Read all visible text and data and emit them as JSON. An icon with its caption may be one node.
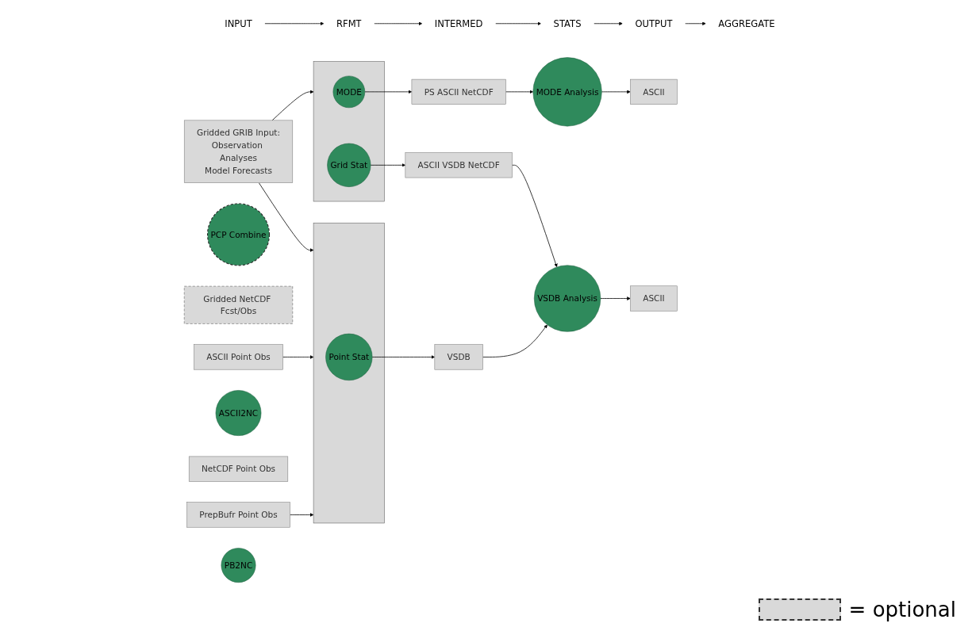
{
  "diagram": {
    "nodes": [
      {
        "text": [
          "INPUT"
        ]
      },
      {
        "text": [
          "RFMT"
        ]
      },
      {
        "text": [
          "INTERMED"
        ]
      },
      {
        "text": [
          "STATS"
        ]
      },
      {
        "text": [
          "OUTPUT"
        ]
      },
      {
        "text": [
          "AGGREGATE"
        ]
      },
      {
        "text": [
          "Gridded GRIB Input:",
          "Observation Analyses",
          "Model Forecasts"
        ]
      },
      {
        "text": [
          "PCP Combine"
        ]
      },
      {
        "text": [
          "Gridded NetCDF Fcst/Obs"
        ]
      },
      {
        "text": [],
        "shape": "box"
      },
      {
        "text": [
          "MODE"
        ],
        "in": 9
      },
      {
        "text": [
          "Grid Stat"
        ],
        "in": 9
      },
      {
        "text": [
          "PS ASCII NetCDF"
        ]
      },
      {
        "text": [
          "ASCII VSDB NetCDF"
        ]
      },
      {
        "text": [
          "MODE Analysis"
        ]
      },
      {
        "text": [
          "ASCII"
        ]
      },
      {
        "text": [
          "VSDB Analysis"
        ]
      },
      {
        "text": [
          "ASCII"
        ]
      },
      {
        "text": [
          "ASCII Point Obs"
        ]
      },
      {
        "text": [
          "ASCII2NC"
        ]
      },
      {
        "text": [
          "NetCDF Point Obs"
        ]
      },
      {
        "text": [],
        "shape": "box"
      },
      {
        "text": [
          "Point Stat"
        ],
        "in": 21
      },
      {
        "text": [
          "VSDB"
        ]
      },
      {
        "text": [
          "PrepBufr Point Obs"
        ]
      },
      {
        "text": [
          "PB2NC"
        ]
      }
    ],
    "edges": [
      {
        "from": 0,
        "to": 1,
        "arrow": "to"
      },
      {
        "from": 1,
        "to": 2,
        "arrow": "to"
      },
      {
        "from": 2,
        "to": 3,
        "arrow": "to"
      },
      {
        "from": 3,
        "to": 4,
        "arrow": "to"
      },
      {
        "from": 4,
        "to": 5,
        "arrow": "to"
      },
      {
        "from": 6,
        "to": 9,
        "arrow": "to"
      },
      {
        "from": 6,
        "to": 21,
        "arrow": "to"
      },
      {
        "from": 10,
        "to": 12,
        "arrow": "to"
      },
      {
        "from": 12,
        "to": 14,
        "arrow": "to"
      },
      {
        "from": 14,
        "to": 15,
        "arrow": "to"
      },
      {
        "from": 11,
        "to": 13,
        "arrow": "to"
      },
      {
        "from": 13,
        "to": 16,
        "arrow": "to"
      },
      {
        "from": 16,
        "to": 17,
        "arrow": "to"
      },
      {
        "from": 18,
        "to": 21,
        "arrow": "to"
      },
      {
        "from": 24,
        "to": 21,
        "arrow": "to"
      },
      {
        "from": 22,
        "to": 23,
        "arrow": "to"
      },
      {
        "from": 23,
        "to": 16,
        "arrow": "to"
      }
    ],
    "legend": [
      {
        "text": "= optional"
      }
    ]
  }
}
